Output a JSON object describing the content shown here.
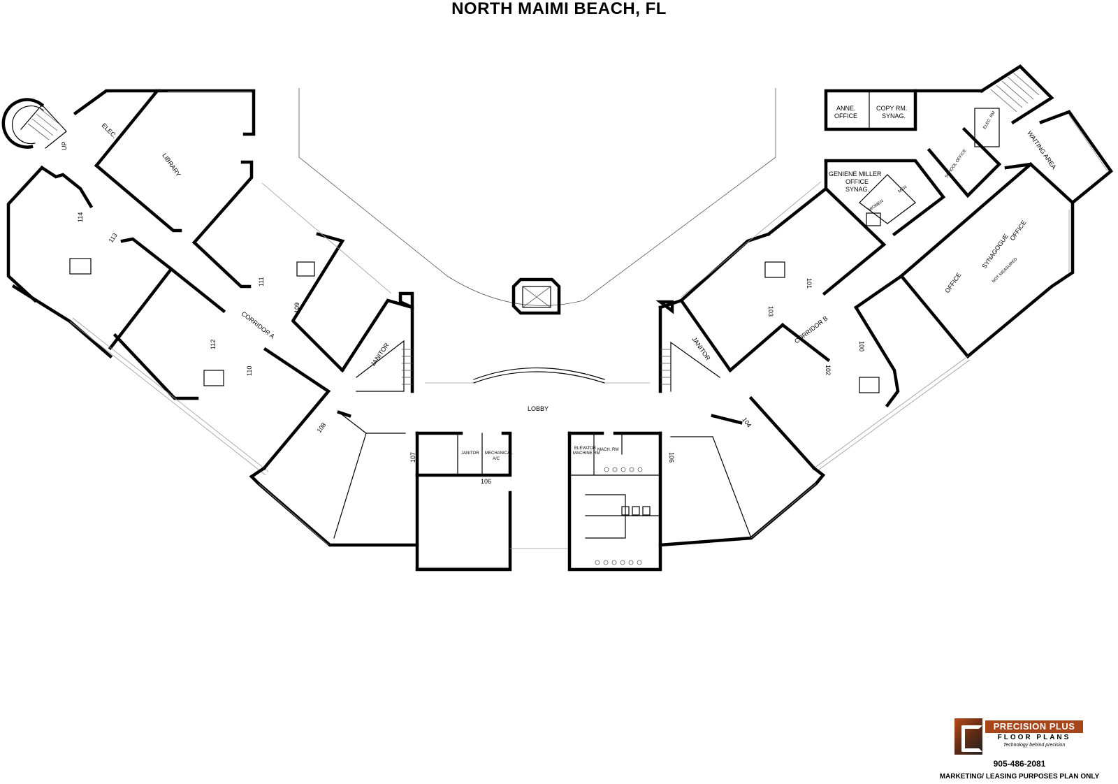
{
  "title": "NORTH MAIMI BEACH, FL",
  "rooms": {
    "elec": "ELEC.",
    "up": "UP",
    "library": "LIBRARY",
    "r114": "114",
    "r113": "113",
    "r111": "111",
    "r109": "109",
    "r112": "112",
    "r110": "110",
    "corridor_a": "CORRIDOR A",
    "janitor_left": "JANITOR",
    "r108": "108",
    "r107": "107",
    "janitor_center": "JANITOR",
    "mechanical_1": "MECHANICAL",
    "mechanical_2": "A/C",
    "r106_left": "106",
    "lobby": "LOBBY",
    "elevator_machine_1": "ELEVATOR",
    "elevator_machine_2": "MACHINE RM",
    "mach_rm": "MACH. RM",
    "r106_right": "106",
    "janitor_right": "JANITOR",
    "r104": "104",
    "r103": "103",
    "r101": "101",
    "corridor_b": "CORRIDOR B",
    "r100": "100",
    "r102": "102",
    "anne_office_1": "ANNE.",
    "anne_office_2": "OFFICE",
    "copy_rm_1": "COPY RM.",
    "copy_rm_2": "SYNAG.",
    "school_office": "SCHOOL OFFICE",
    "elec_rm": "ELEC. RM",
    "waiting_area": "WAITING AREA",
    "geniene_1": "GENIENE MILLER",
    "geniene_2": "OFFICE",
    "geniene_3": "SYNAG.",
    "women": "WOMEN",
    "men": "MEN",
    "office": "OFFICE",
    "synagogue": "SYNAGOGUE",
    "office_2": "OFFICE",
    "not_measured": "NOT MEASURED"
  },
  "logo": {
    "name": "PRECISION PLUS",
    "sub": "FLOOR PLANS",
    "tagline": "Technology behind precision"
  },
  "phone": "905-486-2081",
  "disclaimer": "MARKETING/ LEASING PURPOSES PLAN ONLY"
}
